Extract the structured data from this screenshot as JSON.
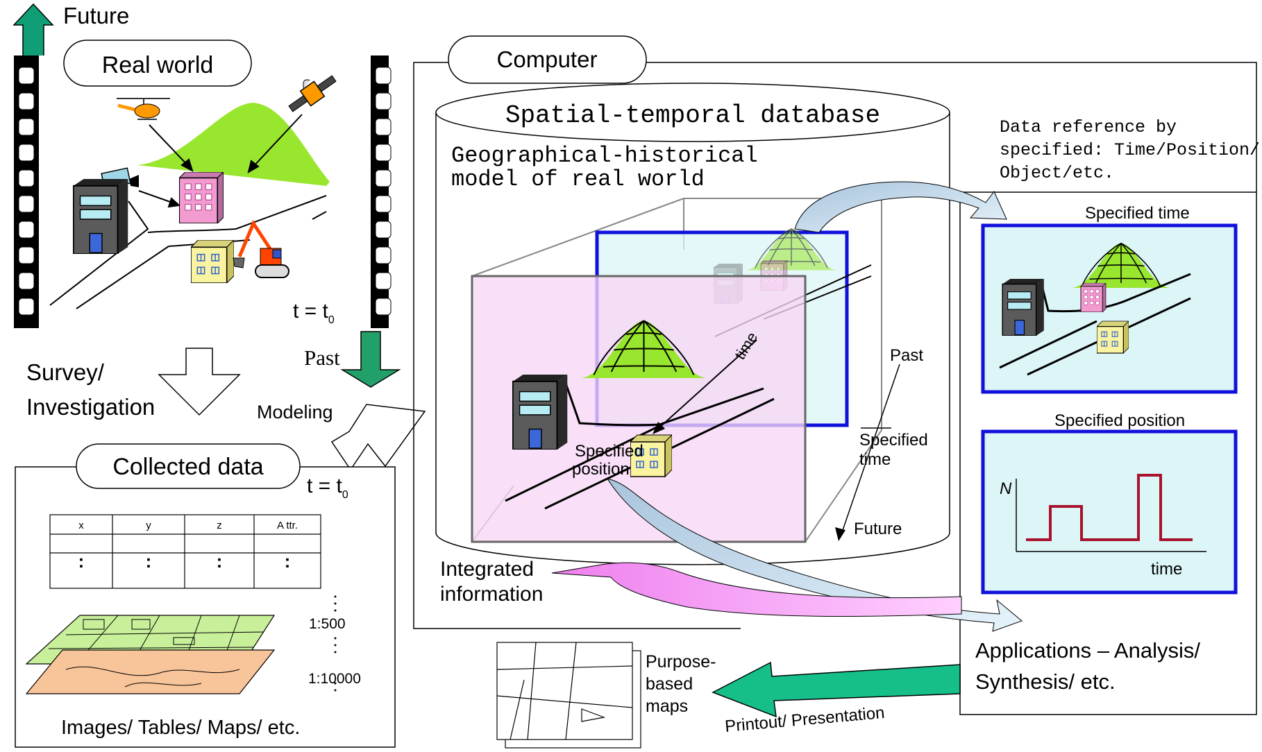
{
  "labels": {
    "future_top": "Future",
    "real_world": "Real world",
    "real_world_time_t": "t = t",
    "real_world_time_sub": "0",
    "past_arrow": "Past",
    "survey": "Survey/",
    "investigation": "Investigation",
    "modeling": "Modeling",
    "collected_data": "Collected data",
    "collected_time_t": "t = t",
    "collected_time_sub": "0",
    "scale_500": "1:500",
    "scale_10000": "1:10000",
    "collected_caption": "Images/ Tables/ Maps/ etc.",
    "computer": "Computer",
    "database_title": "Spatial-temporal database",
    "model_line1": "Geographical-historical",
    "model_line2": "model of real world",
    "time_axis": "time",
    "specified_position_line1": "Specified",
    "specified_position_line2": "position",
    "cube_past": "Past",
    "cube_specified_time_line1": "Specified",
    "cube_specified_time_line2": "time",
    "cube_future": "Future",
    "integrated_line1": "Integrated",
    "integrated_line2": "information",
    "data_reference_line1": "Data reference by",
    "data_reference_line2": "specified: Time/Position/",
    "data_reference_line3": "Object/etc.",
    "specified_time_panel": "Specified time",
    "specified_position_panel": "Specified position",
    "graph_y": "N",
    "graph_x": "time",
    "applications_line1": "Applications – Analysis/",
    "applications_line2": "Synthesis/ etc.",
    "purpose_line1": "Purpose-",
    "purpose_line2": "based",
    "purpose_line3": "maps",
    "printout": "Printout/ Presentation"
  },
  "table": {
    "headers": [
      "x",
      "y",
      "z",
      "A ttr."
    ],
    "rows": [
      [
        "",
        "",
        "",
        ""
      ],
      [
        ":",
        ":",
        ":",
        ":"
      ]
    ]
  },
  "colors": {
    "future_arrow": "#109e77",
    "past_arrow": "#22a06a",
    "mountain": "#99e62e",
    "pink_building": "#f29bd0",
    "yellow_building": "#faf3a0",
    "dark_building": "#4d4d4d",
    "excavator": "#ff4400",
    "cube_front": "#f7d6f5",
    "cube_back": "#dcf5f7",
    "panel_border": "#1010dd",
    "panel_fill": "#dcf5f7",
    "graph_line": "#a8122c",
    "magenta_arrow": "#f08ff0",
    "green_arrow": "#16bf8a",
    "blue_arrow": "#a6c7e0",
    "map_green": "#c8f09a",
    "map_orange": "#f8c49a"
  }
}
